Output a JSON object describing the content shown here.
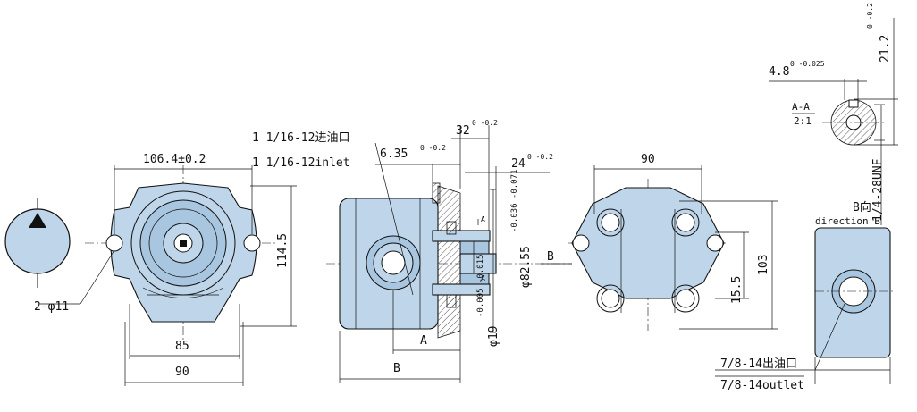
{
  "dimensions": {
    "front_width": "106.4±0.2",
    "front_height": "114.5",
    "mount_holes": "2-φ11",
    "flange_inner": "85",
    "flange_outer": "90",
    "side_plate": "6.35",
    "side_plate_tol": "0 -0.2",
    "shaft_len": "32",
    "shaft_len_tol": "0 -0.2",
    "shaft_step": "24",
    "shaft_step_tol": "0 -0.2",
    "pilot_dia": "φ82.55",
    "pilot_tol": "-0.036 -0.071",
    "shaft_dia": "φ19",
    "shaft_tol": "-0.005 -0.015",
    "dim_a": "A",
    "dim_b": "B",
    "rear_width": "90",
    "rear_height": "103",
    "rear_small": "15.5",
    "key_width": "4.8",
    "key_tol": "0 -0.025",
    "key_height": "21.2",
    "key_height_tol": "0 -0.2",
    "thread": "1/4-28UNF"
  },
  "labels": {
    "inlet_cn": "1 1/16-12进油口",
    "inlet_en": "1 1/16-12inlet",
    "outlet_cn": "7/8-14出油口",
    "outlet_en": "7/8-14outlet",
    "section_aa": "A-A",
    "scale": "2:1",
    "view_b_cn": "B向",
    "view_b_en": "direction B",
    "arrow_b": "B",
    "section_mark": "A"
  },
  "colors": {
    "body_fill": "#bfd6ea",
    "symbol_fill": "#bfd6ea",
    "line": "#111111"
  }
}
